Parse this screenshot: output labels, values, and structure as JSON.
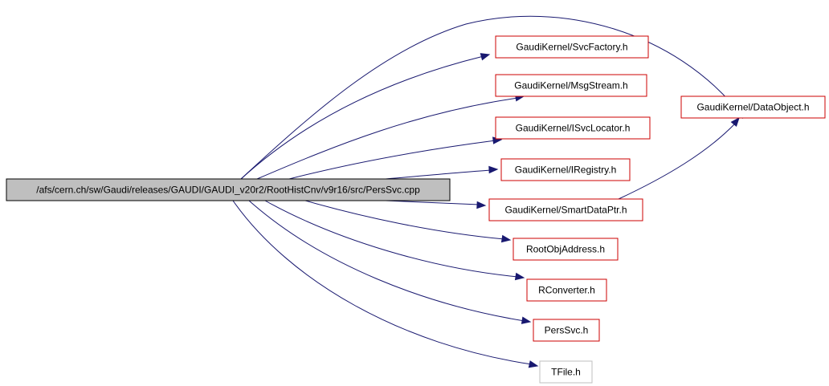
{
  "colors": {
    "edge": "#191970",
    "root_fill": "#bfbfbf",
    "root_border": "#000000",
    "node_border": "#cc0000",
    "external_border": "#bfbfbf",
    "node_fill": "#ffffff"
  },
  "nodes": [
    {
      "id": "root",
      "label": "/afs/cern.ch/sw/Gaudi/releases/GAUDI/GAUDI_v20r2/RootHistCnv/v9r16/src/PersSvc.cpp",
      "kind": "root"
    },
    {
      "id": "svcfactory",
      "label": "GaudiKernel/SvcFactory.h",
      "kind": "header"
    },
    {
      "id": "msgstream",
      "label": "GaudiKernel/MsgStream.h",
      "kind": "header"
    },
    {
      "id": "isvclocator",
      "label": "GaudiKernel/ISvcLocator.h",
      "kind": "header"
    },
    {
      "id": "iregistry",
      "label": "GaudiKernel/IRegistry.h",
      "kind": "header"
    },
    {
      "id": "smartdataptr",
      "label": "GaudiKernel/SmartDataPtr.h",
      "kind": "header"
    },
    {
      "id": "rootobjaddress",
      "label": "RootObjAddress.h",
      "kind": "header"
    },
    {
      "id": "rconverter",
      "label": "RConverter.h",
      "kind": "header"
    },
    {
      "id": "perssvc",
      "label": "PersSvc.h",
      "kind": "header"
    },
    {
      "id": "tfile",
      "label": "TFile.h",
      "kind": "external"
    },
    {
      "id": "dataobject",
      "label": "GaudiKernel/DataObject.h",
      "kind": "header"
    }
  ],
  "edges": [
    {
      "from": "root",
      "to": "dataobject"
    },
    {
      "from": "root",
      "to": "svcfactory"
    },
    {
      "from": "root",
      "to": "msgstream"
    },
    {
      "from": "root",
      "to": "isvclocator"
    },
    {
      "from": "root",
      "to": "iregistry"
    },
    {
      "from": "root",
      "to": "smartdataptr"
    },
    {
      "from": "root",
      "to": "rootobjaddress"
    },
    {
      "from": "root",
      "to": "rconverter"
    },
    {
      "from": "root",
      "to": "perssvc"
    },
    {
      "from": "root",
      "to": "tfile"
    },
    {
      "from": "smartdataptr",
      "to": "dataobject"
    }
  ]
}
